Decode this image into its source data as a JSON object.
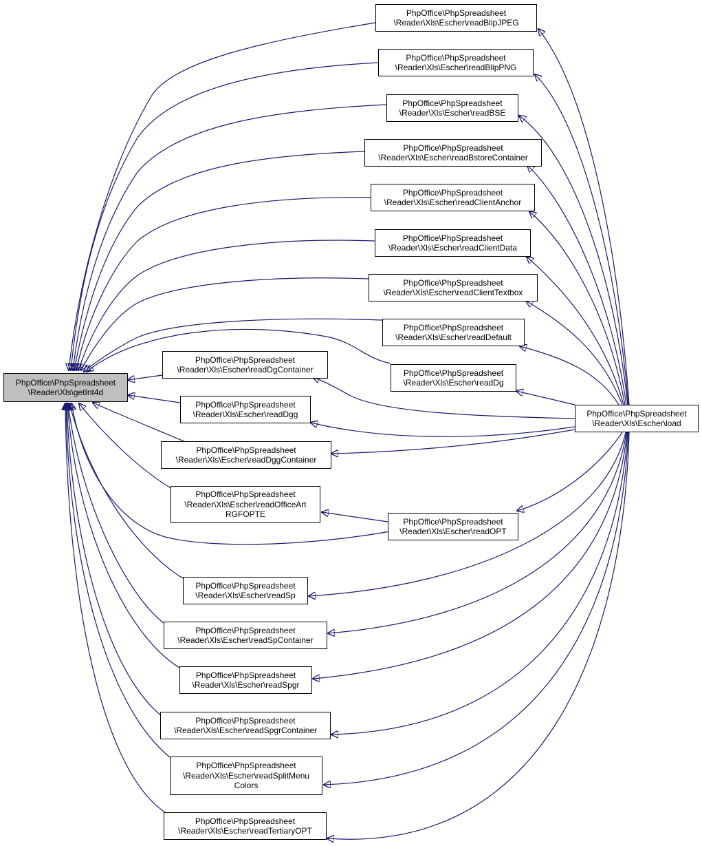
{
  "colors": {
    "edge": "#191970",
    "focus_fill": "#bfbfbf",
    "node_fill": "#ffffff",
    "border": "#000000"
  },
  "nodes": {
    "getint4d": {
      "lines": [
        "PhpOffice\\PhpSpreadsheet",
        "\\Reader\\Xls\\getInt4d"
      ]
    },
    "load": {
      "lines": [
        "PhpOffice\\PhpSpreadsheet",
        "\\Reader\\Xls\\Escher\\load"
      ]
    },
    "readblipjpeg": {
      "lines": [
        "PhpOffice\\PhpSpreadsheet",
        "\\Reader\\Xls\\Escher\\readBlipJPEG"
      ]
    },
    "readblippng": {
      "lines": [
        "PhpOffice\\PhpSpreadsheet",
        "\\Reader\\Xls\\Escher\\readBlipPNG"
      ]
    },
    "readbse": {
      "lines": [
        "PhpOffice\\PhpSpreadsheet",
        "\\Reader\\Xls\\Escher\\readBSE"
      ]
    },
    "readbstore": {
      "lines": [
        "PhpOffice\\PhpSpreadsheet",
        "\\Reader\\Xls\\Escher\\readBstoreContainer"
      ]
    },
    "readclientanchor": {
      "lines": [
        "PhpOffice\\PhpSpreadsheet",
        "\\Reader\\Xls\\Escher\\readClientAnchor"
      ]
    },
    "readclientdata": {
      "lines": [
        "PhpOffice\\PhpSpreadsheet",
        "\\Reader\\Xls\\Escher\\readClientData"
      ]
    },
    "readclienttextbox": {
      "lines": [
        "PhpOffice\\PhpSpreadsheet",
        "\\Reader\\Xls\\Escher\\readClientTextbox"
      ]
    },
    "readdefault": {
      "lines": [
        "PhpOffice\\PhpSpreadsheet",
        "\\Reader\\Xls\\Escher\\readDefault"
      ]
    },
    "readdg": {
      "lines": [
        "PhpOffice\\PhpSpreadsheet",
        "\\Reader\\Xls\\Escher\\readDg"
      ]
    },
    "readdgcontainer": {
      "lines": [
        "PhpOffice\\PhpSpreadsheet",
        "\\Reader\\Xls\\Escher\\readDgContainer"
      ]
    },
    "readdgg": {
      "lines": [
        "PhpOffice\\PhpSpreadsheet",
        "\\Reader\\Xls\\Escher\\readDgg"
      ]
    },
    "readdggcontainer": {
      "lines": [
        "PhpOffice\\PhpSpreadsheet",
        "\\Reader\\Xls\\Escher\\readDggContainer"
      ]
    },
    "readofficeart": {
      "lines": [
        "PhpOffice\\PhpSpreadsheet",
        "\\Reader\\Xls\\Escher\\readOfficeArt",
        "RGFOPTE"
      ]
    },
    "readopt": {
      "lines": [
        "PhpOffice\\PhpSpreadsheet",
        "\\Reader\\Xls\\Escher\\readOPT"
      ]
    },
    "readsp": {
      "lines": [
        "PhpOffice\\PhpSpreadsheet",
        "\\Reader\\Xls\\Escher\\readSp"
      ]
    },
    "readspcontainer": {
      "lines": [
        "PhpOffice\\PhpSpreadsheet",
        "\\Reader\\Xls\\Escher\\readSpContainer"
      ]
    },
    "readspgr": {
      "lines": [
        "PhpOffice\\PhpSpreadsheet",
        "\\Reader\\Xls\\Escher\\readSpgr"
      ]
    },
    "readspgrcontainer": {
      "lines": [
        "PhpOffice\\PhpSpreadsheet",
        "\\Reader\\Xls\\Escher\\readSpgrContainer"
      ]
    },
    "readsplitmenu": {
      "lines": [
        "PhpOffice\\PhpSpreadsheet",
        "\\Reader\\Xls\\Escher\\readSplitMenu",
        "Colors"
      ]
    },
    "readtertiaryopt": {
      "lines": [
        "PhpOffice\\PhpSpreadsheet",
        "\\Reader\\Xls\\Escher\\readTertiaryOPT"
      ]
    }
  }
}
